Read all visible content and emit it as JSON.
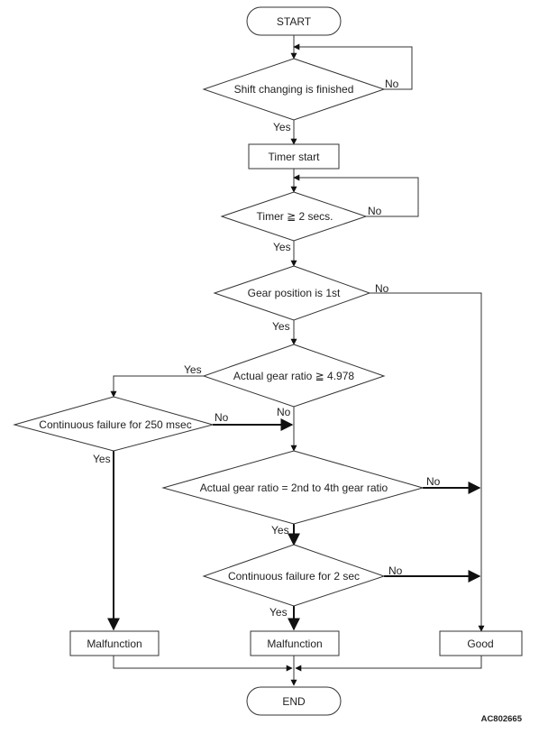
{
  "nodes": {
    "start": "START",
    "shift_changing": "Shift changing is finished",
    "timer_start": "Timer start",
    "timer_check": "Timer ≧ 2 secs.",
    "gear_position": "Gear position is 1st",
    "actual_gear_ratio_1": "Actual gear ratio ≧ 4.978",
    "continuous_failure_250": "Continuous failure for 250 msec",
    "actual_gear_ratio_2": "Actual gear ratio = 2nd to 4th gear ratio",
    "continuous_failure_2s": "Continuous failure for 2 sec",
    "malfunction_left": "Malfunction",
    "malfunction_mid": "Malfunction",
    "good": "Good",
    "end": "END"
  },
  "branch_labels": {
    "yes": "Yes",
    "no": "No"
  },
  "figure_code": "AC802665"
}
